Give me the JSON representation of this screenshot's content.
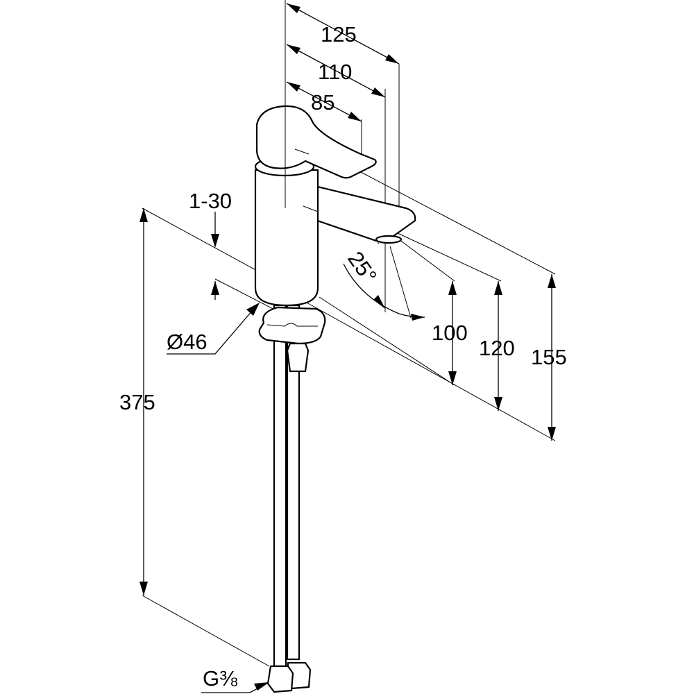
{
  "title": "Faucet dimension drawing",
  "dimensions": {
    "spout_reach_125": "125",
    "spout_reach_110": "110",
    "lever_reach_85": "85",
    "counter_thickness": "1-30",
    "swivel_angle": "25°",
    "base_diameter": "Ø46",
    "hose_length": "375",
    "spout_height_100": "100",
    "height_120": "120",
    "total_height_155": "155",
    "connection_thread": "G⅜"
  },
  "colors": {
    "line": "#000000",
    "background": "#ffffff"
  }
}
